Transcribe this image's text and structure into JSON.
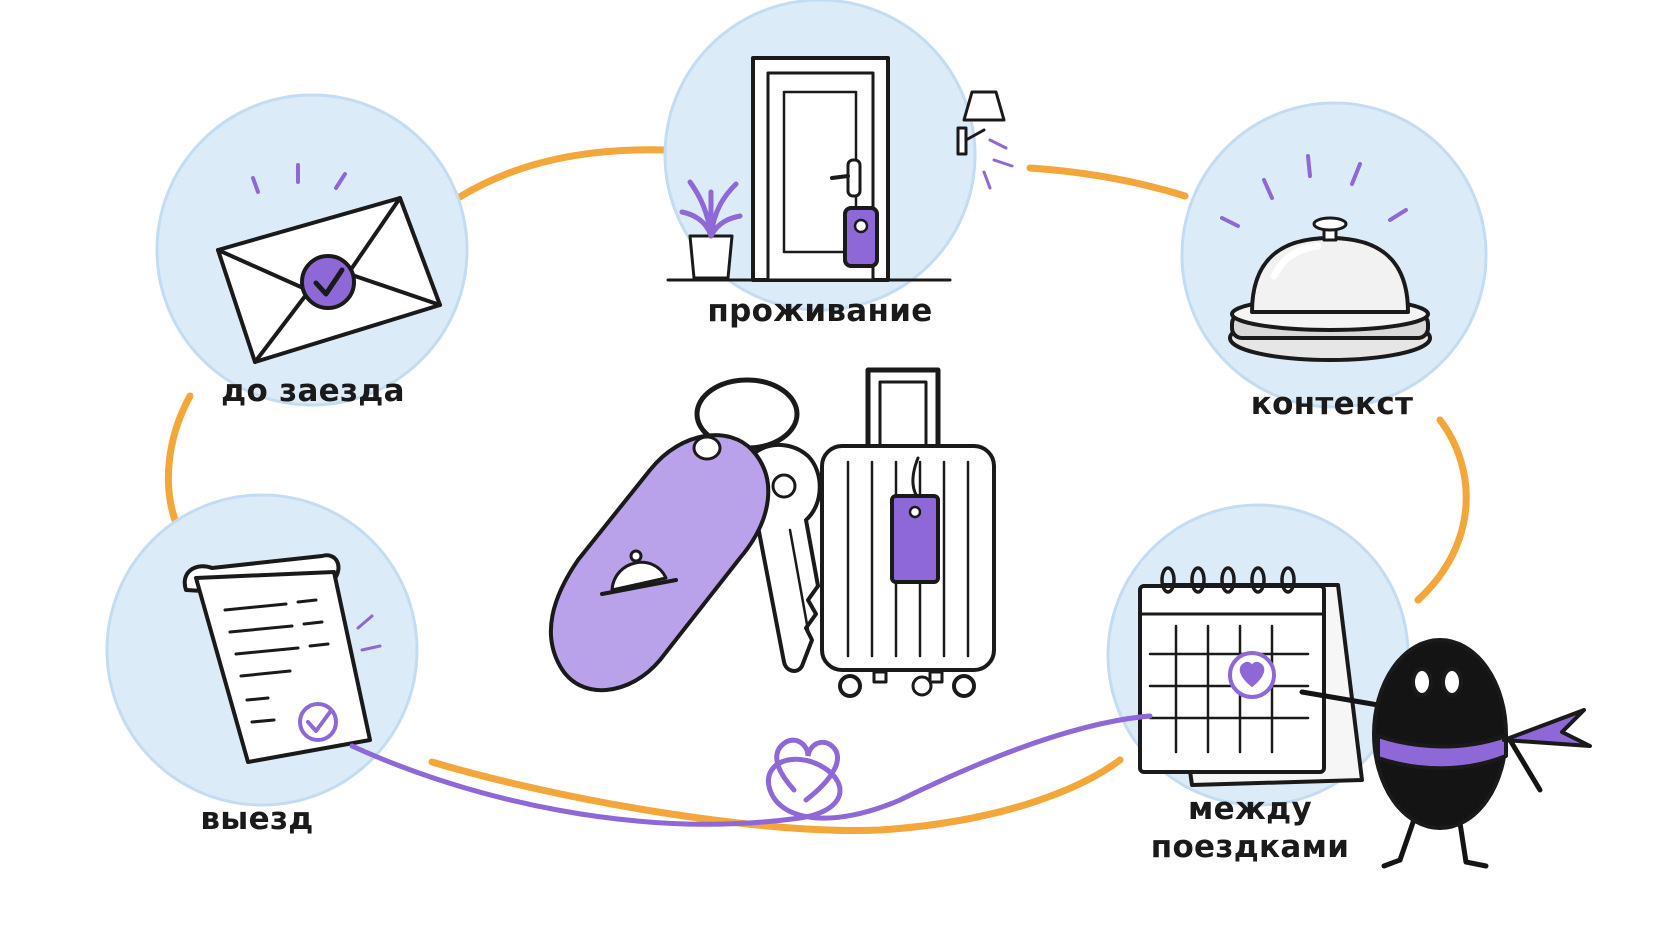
{
  "stages": {
    "before_arrival": {
      "label": "до заезда",
      "icon": "envelope-check-icon"
    },
    "stay": {
      "label": "проживание",
      "icon": "door-key-tag-icon"
    },
    "context": {
      "label": "контекст",
      "icon": "service-bell-icon"
    },
    "between_trips": {
      "line1": "между",
      "line2": "поездками",
      "icon": "calendar-heart-icon"
    },
    "checkout": {
      "label": "выезд",
      "icon": "receipt-check-icon"
    }
  },
  "center": {
    "icon": "keychain-key-suitcase-icon"
  },
  "colors": {
    "circle": "#dcebf8",
    "circle_edge": "#c4dcf1",
    "accent": "#8d68d6",
    "accent_light": "#b9a2ea",
    "path": "#f3a63a",
    "ink": "#1a1a1a",
    "mascot": "#141414"
  }
}
